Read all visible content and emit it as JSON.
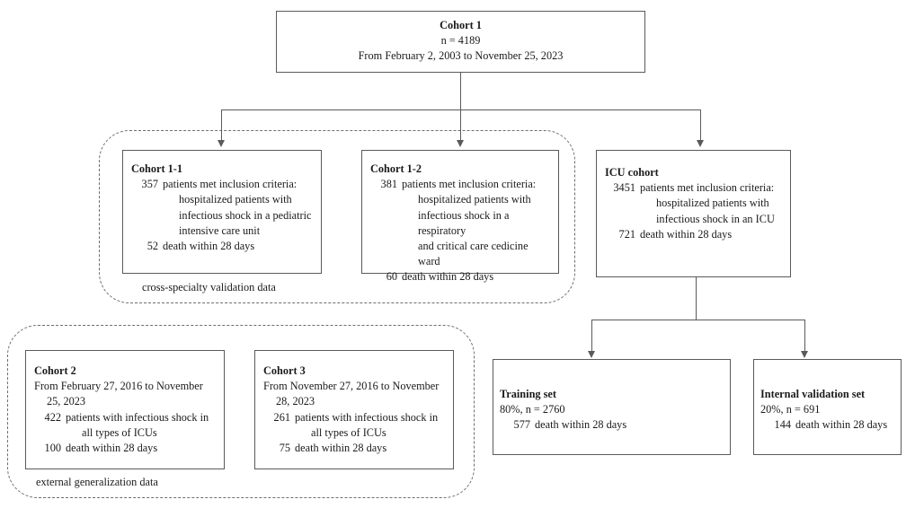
{
  "diagram": {
    "title": "Study cohort flow diagram",
    "line_color": "#5a5a5a",
    "dash_color": "#6e6e6e"
  },
  "cohort1": {
    "title": "Cohort 1",
    "n": "n = 4189",
    "period": "From February 2, 2003 to November 25, 2023"
  },
  "cohort1_1": {
    "title": "Cohort 1-1",
    "count": "357",
    "criteria": "patients met inclusion criteria:",
    "detail_line1": "hospitalized patients with",
    "detail_line2": "infectious shock in a pediatric",
    "detail_line3": "intensive care unit",
    "deaths": "52",
    "deaths_label": "death within 28 days"
  },
  "cohort1_2": {
    "title": "Cohort 1-2",
    "count": "381",
    "criteria": "patients met inclusion criteria:",
    "detail_line1": "hospitalized patients with",
    "detail_line2": "infectious shock in a respiratory",
    "detail_line3": "and critical care cedicine ward",
    "deaths": "60",
    "deaths_label": "death within 28 days"
  },
  "icu_cohort": {
    "title": "ICU cohort",
    "count": "3451",
    "criteria": "patients met inclusion criteria:",
    "detail_line1": "hospitalized patients with",
    "detail_line2": "infectious shock in an ICU",
    "deaths": "721",
    "deaths_label": "death within 28 days"
  },
  "cohort2": {
    "title": "Cohort 2",
    "period": "From February 27, 2016 to November 25, 2023",
    "count": "422",
    "criteria": "patients with infectious shock in",
    "detail_line1": "all types of ICUs",
    "deaths": "100",
    "deaths_label": "death within 28 days"
  },
  "cohort3": {
    "title": "Cohort 3",
    "period": "From November 27, 2016 to November 28, 2023",
    "count": "261",
    "criteria": "patients with infectious shock in",
    "detail_line1": "all types of ICUs",
    "deaths": "75",
    "deaths_label": "death within 28 days"
  },
  "training_set": {
    "title": "Training set",
    "split": "80%, n = 2760",
    "deaths": "577",
    "deaths_label": "death within 28 days"
  },
  "internal_validation_set": {
    "title": "Internal validation set",
    "split": "20%, n = 691",
    "deaths": "144",
    "deaths_label": "death within 28 days"
  },
  "regions": {
    "cross_specialty_label": "cross-specialty validation data",
    "external_label": "external generalization data"
  }
}
